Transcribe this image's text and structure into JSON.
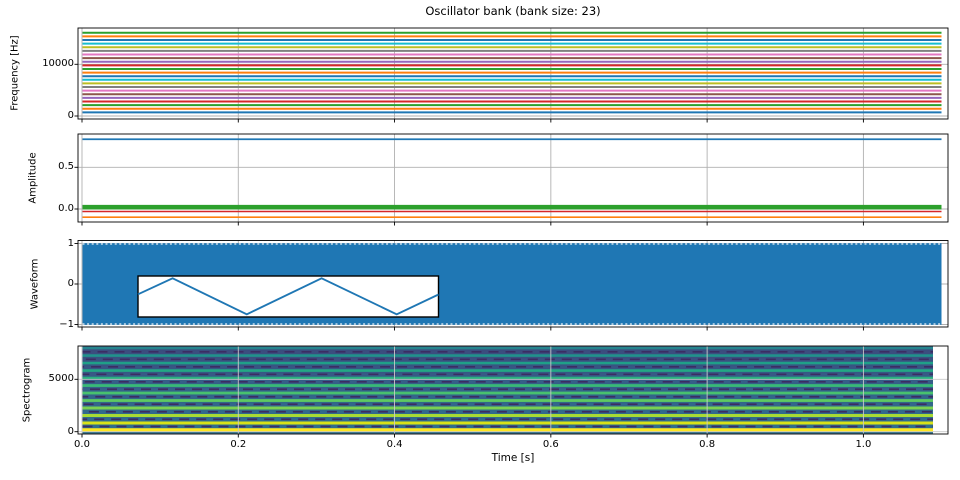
{
  "figure": {
    "title": "Oscillator bank (bank size: 23)",
    "xlabel": "Time [s]",
    "background": "#ffffff",
    "grid_color": "#b0b0b0",
    "spine_color": "#000000"
  },
  "chart_data": [
    {
      "id": "oscillator-bank",
      "type": "line",
      "title": "Oscillator bank (bank size: 23)",
      "ylabel": "Frequency [Hz]",
      "bank_size": 23,
      "x_range_s": [
        0.0,
        1.1
      ],
      "ylim": [
        -560,
        17020
      ],
      "yticks": [
        {
          "value": 0,
          "label": "0"
        },
        {
          "value": 10000,
          "label": "10000"
        }
      ],
      "frequencies_hz": [
        700,
        1400,
        2100,
        2800,
        3500,
        4200,
        4900,
        5600,
        6300,
        7000,
        7700,
        8400,
        9100,
        9800,
        10500,
        11200,
        11900,
        12600,
        13300,
        14000,
        14700,
        15400,
        16100
      ],
      "color_cycle": [
        "#1f77b4",
        "#ff7f0e",
        "#2ca02c",
        "#d62728",
        "#9467bd",
        "#8c564b",
        "#e377c2",
        "#7f7f7f",
        "#bcbd22",
        "#17becf"
      ],
      "grid": true
    },
    {
      "id": "amplitude",
      "type": "line",
      "ylabel": "Amplitude",
      "ylim": [
        -0.16,
        0.9
      ],
      "yticks": [
        {
          "value": 0.0,
          "label": "0.0"
        },
        {
          "value": 0.5,
          "label": "0.5"
        }
      ],
      "series": [
        {
          "name": "oscillator-cluster-green",
          "value": 0.022,
          "color": "#2ca02c",
          "width": 4.6
        },
        {
          "name": "oscillator-red",
          "value": -0.03,
          "color": "#d62728",
          "width": 1.6
        },
        {
          "name": "oscillator-orange",
          "value": -0.098,
          "color": "#ff7f0e",
          "width": 1.6
        },
        {
          "name": "oscillator-blue",
          "value": 0.836,
          "color": "#1f77b4",
          "width": 1.8
        }
      ],
      "grid": true
    },
    {
      "id": "waveform",
      "type": "area",
      "ylabel": "Waveform",
      "ylim": [
        -1.07,
        1.07
      ],
      "yticks": [
        {
          "value": 1,
          "label": "1"
        },
        {
          "value": 0,
          "label": "0"
        },
        {
          "value": -1,
          "label": "−1"
        }
      ],
      "envelope": 1.0,
      "fill_color": "#1f77b4",
      "edge_dash_color": "rgba(255,255,255,0.9)",
      "inset": {
        "shape": "triangle-wave",
        "line_color": "#1f77b4",
        "points_frac": [
          [
            0,
            0.446
          ],
          [
            0.115,
            0.056
          ],
          [
            0.362,
            0.934
          ],
          [
            0.611,
            0.056
          ],
          [
            0.861,
            0.934
          ],
          [
            1,
            0.451
          ]
        ]
      },
      "grid": true
    },
    {
      "id": "spectrogram",
      "type": "heatmap",
      "ylabel": "Spectrogram",
      "xlabel": "Time [s]",
      "ylim": [
        -230,
        8180
      ],
      "yticks": [
        {
          "value": 0,
          "label": "0"
        },
        {
          "value": 5000,
          "label": "5000"
        }
      ],
      "xticks": [
        {
          "value": 0.0,
          "label": "0.0"
        },
        {
          "value": 0.2,
          "label": "0.2"
        },
        {
          "value": 0.4,
          "label": "0.4"
        },
        {
          "value": 0.6,
          "label": "0.6"
        },
        {
          "value": 0.8,
          "label": "0.8"
        },
        {
          "value": 1.0,
          "label": "1.0"
        }
      ],
      "bg_gradient": [
        "#3c4a7d",
        "#34628a",
        "#2e708d"
      ],
      "bands": [
        {
          "f": 160,
          "color": "#fde725",
          "h": 3.6
        },
        {
          "f": 830,
          "color": "#d8e219",
          "h": 3.0
        },
        {
          "f": 1545,
          "color": "#a8db34",
          "h": 3.0
        },
        {
          "f": 2260,
          "color": "#7ad151",
          "h": 3.0
        },
        {
          "f": 2975,
          "color": "#5ec962",
          "h": 2.8
        },
        {
          "f": 3690,
          "color": "#48c16e",
          "h": 2.8
        },
        {
          "f": 4405,
          "color": "#38b977",
          "h": 2.8
        },
        {
          "f": 5120,
          "color": "#2ab07f",
          "h": 2.6
        },
        {
          "f": 5835,
          "color": "#23a884",
          "h": 2.6
        },
        {
          "f": 6550,
          "color": "#1fa088",
          "h": 2.6
        },
        {
          "f": 7265,
          "color": "#21918c",
          "h": 2.6
        },
        {
          "f": 7980,
          "color": "#26848e",
          "h": 2.6
        }
      ],
      "alias_dash_rows": [
        495,
        1187,
        1902,
        2617,
        3332,
        4047,
        4762,
        5477,
        6192,
        6907,
        7622
      ],
      "dash_color": "#3b2d63",
      "grid": true
    }
  ]
}
